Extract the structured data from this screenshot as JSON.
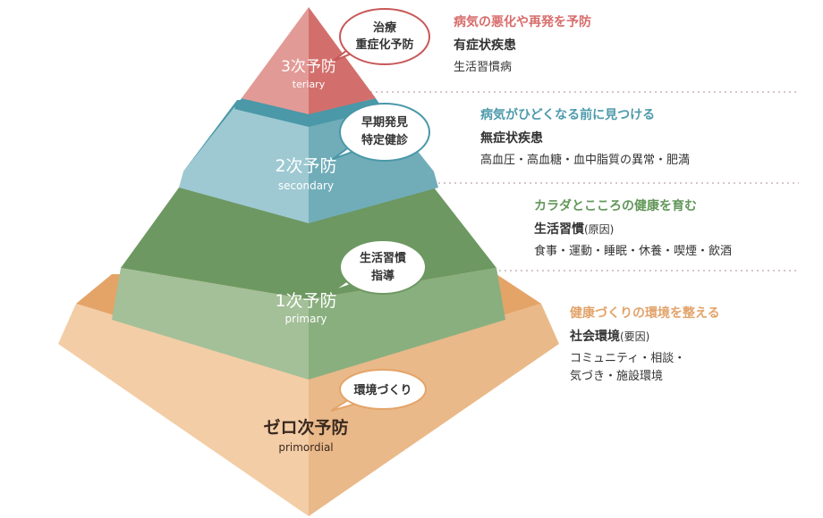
{
  "tiers": [
    {
      "name": "3次予防",
      "en": "teriary",
      "bubble": [
        "治療",
        "重症化予防"
      ],
      "heading": "病気の悪化や再発を予防",
      "main": "有症状疾患",
      "main_note": "",
      "detail": "生活習慣病",
      "colors": {
        "accent": "#d86c6b",
        "left": "#e29a96",
        "right": "#d26f6c",
        "band": "#c85858"
      }
    },
    {
      "name": "2次予防",
      "en": "secondary",
      "bubble": [
        "早期発見",
        "特定健診"
      ],
      "heading": "病気がひどくなる前に見つける",
      "main": "無症状疾患",
      "main_note": "",
      "detail": "高血圧・高血糖・血中脂質の異常・肥満",
      "colors": {
        "accent": "#4d9aab",
        "left": "#9ec9d2",
        "right": "#71adb9",
        "band": "#4a98a8"
      }
    },
    {
      "name": "1次予防",
      "en": "primary",
      "bubble": [
        "生活習慣",
        "指導"
      ],
      "heading": "カラダとこころの健康を育む",
      "main": "生活習慣",
      "main_note": "(原因)",
      "detail": "食事・運動・睡眠・休養・喫煙・飲酒",
      "colors": {
        "accent": "#63975a",
        "left": "#a3c098",
        "right": "#8aaf7f",
        "band": "#6d9862"
      }
    },
    {
      "name": "ゼロ次予防",
      "en": "primordial",
      "bubble": [
        "環境づくり"
      ],
      "heading": "健康づくりの環境を整える",
      "main": "社会環境",
      "main_note": "(要因)",
      "detail": "コミュニティ・相談・\n気づき・施設環境",
      "colors": {
        "accent": "#e2a36a",
        "left": "#f3cda6",
        "right": "#eab989",
        "band": "#e4a468"
      }
    }
  ]
}
